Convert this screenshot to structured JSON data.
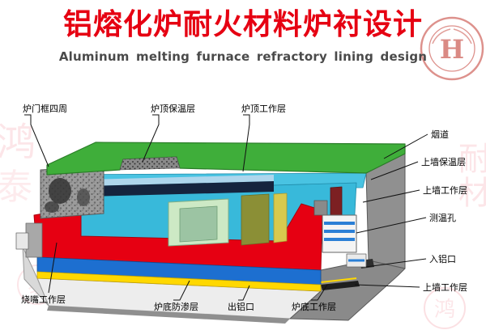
{
  "header": {
    "title": "铝熔化炉耐火材料炉衬设计",
    "subtitle": "Aluminum melting furnace refractory lining design",
    "title_color": "#e60012",
    "subtitle_color": "#4a4a4a"
  },
  "watermark": {
    "brand": "鸿泰耐材",
    "chars": [
      "鸿",
      "泰",
      "耐",
      "材"
    ],
    "logo_letter": "H",
    "color": "#e2001a"
  },
  "diagram": {
    "type": "furnace-refractory-lining-cutaway",
    "colors": {
      "roof_green": "#3fae3a",
      "interior_cyan": "#38b9da",
      "lining_red": "#e60012",
      "layer_blue": "#1d6fd0",
      "layer_yellow": "#ffd800",
      "shell_gray": "#949494",
      "door_green": "#cde9c5",
      "lintel_navy": "#15243e"
    },
    "labels": [
      {
        "id": "furnace-door-frame",
        "text": "炉门框四周"
      },
      {
        "id": "roof-insulation-layer",
        "text": "炉顶保温层"
      },
      {
        "id": "roof-working-layer",
        "text": "炉顶工作层"
      },
      {
        "id": "flue",
        "text": "烟道"
      },
      {
        "id": "upper-wall-insulation-layer",
        "text": "上墙保温层"
      },
      {
        "id": "upper-wall-working-layer-1",
        "text": "上墙工作层"
      },
      {
        "id": "temperature-measuring-hole",
        "text": "测温孔"
      },
      {
        "id": "aluminum-inlet",
        "text": "入铝口"
      },
      {
        "id": "upper-wall-working-layer-2",
        "text": "上墙工作层"
      },
      {
        "id": "burner-working-layer",
        "text": "烧嘴工作层"
      },
      {
        "id": "furnace-bottom-seepage-proof-layer",
        "text": "炉底防渗层"
      },
      {
        "id": "aluminum-outlet",
        "text": "出铝口"
      },
      {
        "id": "furnace-bottom-working-layer",
        "text": "炉底工作层"
      }
    ]
  }
}
